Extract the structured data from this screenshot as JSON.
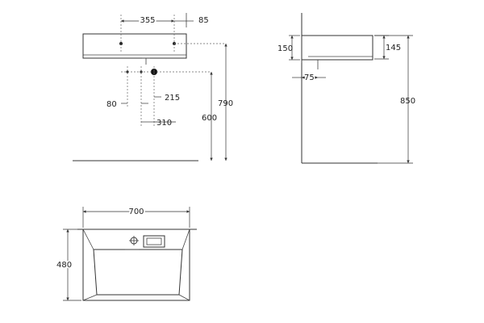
{
  "front_view": {
    "dim_355": "355",
    "dim_85": "85",
    "dim_80": "80",
    "dim_215": "215",
    "dim_310": "310",
    "dim_600": "600",
    "dim_790": "790"
  },
  "side_view": {
    "dim_150": "150",
    "dim_145": "145",
    "dim_75": "75",
    "dim_850": "850"
  },
  "top_view": {
    "dim_700": "700",
    "dim_480": "480"
  }
}
